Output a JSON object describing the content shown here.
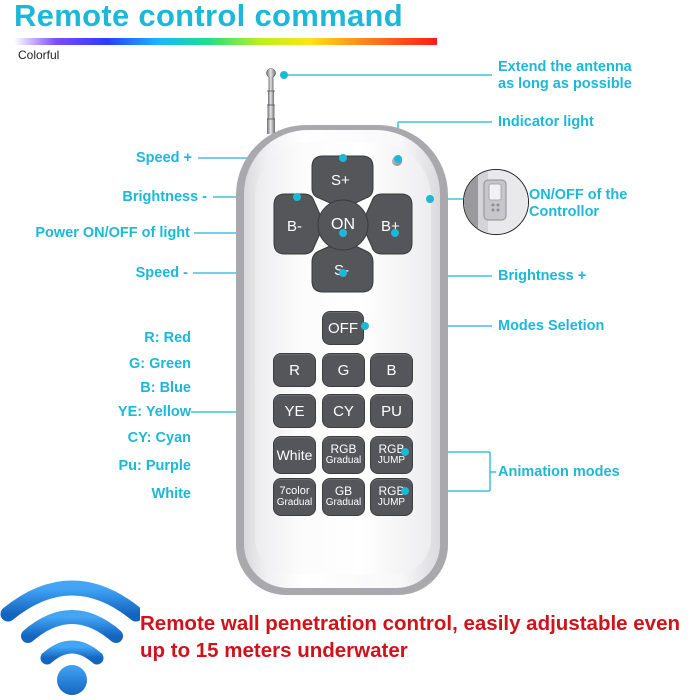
{
  "header": {
    "title": "Remote control command",
    "subtitle": "Colorful"
  },
  "labels": {
    "antenna": [
      "Extend the antenna",
      "as long as possible"
    ],
    "indicator": "Indicator light",
    "speed_plus": "Speed +",
    "brightness_minus": "Brightness -",
    "power": "Power ON/OFF of light",
    "speed_minus": "Speed -",
    "onoff_controller": [
      "ON/OFF of the",
      "Controllor"
    ],
    "brightness_plus": "Brightness +",
    "modes": "Modes Seletion",
    "animation": "Animation modes"
  },
  "color_legend": [
    "R: Red",
    "G: Green",
    "B: Blue",
    "YE: Yellow",
    "CY: Cyan",
    "Pu: Purple",
    "White"
  ],
  "remote": {
    "dpad": {
      "up": "S+",
      "left": "B-",
      "center": "ON",
      "right": "B+",
      "down": "S-"
    },
    "off": "OFF",
    "row1": [
      "R",
      "G",
      "B"
    ],
    "row2": [
      "YE",
      "CY",
      "PU"
    ],
    "white": "White",
    "rgb_gradual": [
      "RGB",
      "Gradual"
    ],
    "rgb_jump_1": [
      "RGB",
      "JUMP"
    ],
    "seven_color_gradual": [
      "7color",
      "Gradual"
    ],
    "gb_gradual": [
      "GB",
      "Gradual"
    ],
    "rgb_jump_2": [
      "RGB",
      "JUMP"
    ]
  },
  "footer": {
    "line1": "Remote wall penetration control, easily adjustable even",
    "line2": "up to 15 meters underwater"
  },
  "colors": {
    "accent": "#1cb8d8",
    "warning": "#d0121b",
    "button": "#55565a",
    "wifi": "#1e88e5"
  },
  "icons": [
    "wifi-signal-icon",
    "switch-icon"
  ]
}
